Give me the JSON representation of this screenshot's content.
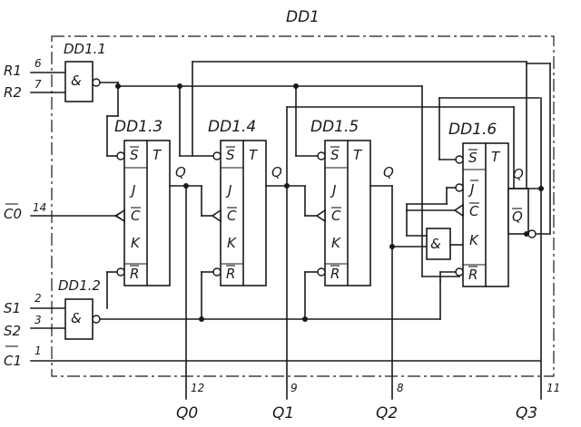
{
  "title": "DD1",
  "inputs": {
    "r1": {
      "name": "R1",
      "pin": "6"
    },
    "r2": {
      "name": "R2",
      "pin": "7"
    },
    "c0": {
      "name": "C0",
      "pin": "14"
    },
    "s1": {
      "name": "S1",
      "pin": "2"
    },
    "s2": {
      "name": "S2",
      "pin": "3"
    },
    "c1": {
      "name": "C1",
      "pin": "1"
    }
  },
  "gates": {
    "g1": {
      "name": "DD1.1",
      "sym": "&"
    },
    "g2": {
      "name": "DD1.2",
      "sym": "&"
    },
    "g3": {
      "sym": "&"
    }
  },
  "flipflops": {
    "ff3": {
      "name": "DD1.3",
      "s": "S",
      "t": "T",
      "j": "J",
      "c": "C",
      "k": "K",
      "r": "R",
      "q": "Q"
    },
    "ff4": {
      "name": "DD1.4",
      "s": "S",
      "t": "T",
      "j": "J",
      "c": "C",
      "k": "K",
      "r": "R",
      "q": "Q"
    },
    "ff5": {
      "name": "DD1.5",
      "s": "S",
      "t": "T",
      "j": "J",
      "c": "C",
      "k": "K",
      "r": "R",
      "q": "Q"
    },
    "ff6": {
      "name": "DD1.6",
      "s": "S",
      "t": "T",
      "j": "J",
      "c": "C",
      "k": "K",
      "r": "R",
      "q": "Q",
      "qbar": "Q"
    }
  },
  "outputs": {
    "q0": {
      "name": "Q0",
      "pin": "12"
    },
    "q1": {
      "name": "Q1",
      "pin": "9"
    },
    "q2": {
      "name": "Q2",
      "pin": "8"
    },
    "q3": {
      "name": "Q3",
      "pin": "11"
    }
  }
}
